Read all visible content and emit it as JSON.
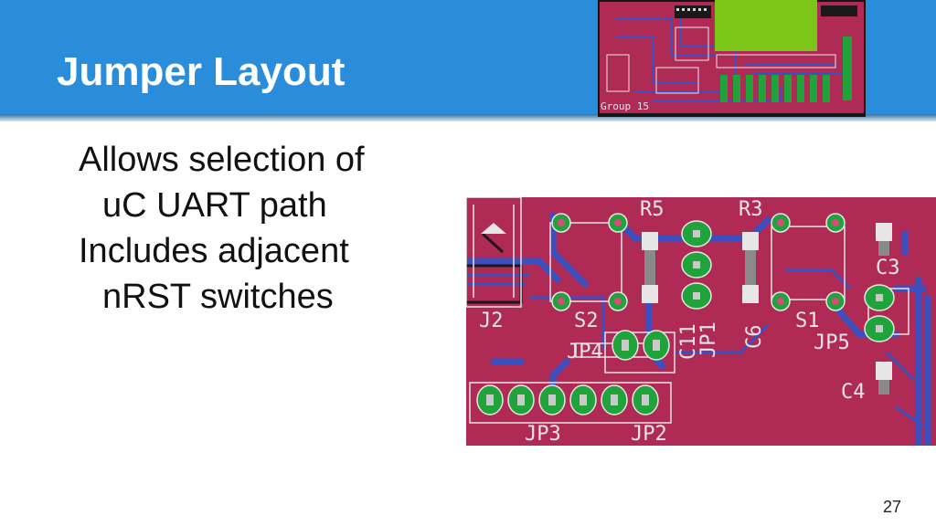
{
  "slide": {
    "title": "Jumper Layout",
    "bullets": [
      "Allows selection of",
      "uC UART path",
      "Includes adjacent",
      "nRST switches"
    ],
    "page_number": "27"
  },
  "thumbnail": {
    "label": "Group 15"
  },
  "pcb_labels": {
    "r5": "R5",
    "r3": "R3",
    "c3": "C3",
    "j2": "J2",
    "s2": "S2",
    "c11": "C11",
    "jp1": "JP1",
    "c6": "C6",
    "s1": "S1",
    "jp4": "JP4",
    "jp5": "JP5",
    "c4": "C4",
    "jp3": "JP3",
    "jp2": "JP2"
  },
  "colors": {
    "header": "#2a8ddb",
    "board": "#b02a56",
    "trace": "#3a4fc0",
    "pad": "#1fa33a",
    "silkscreen": "#e6e6e6"
  }
}
